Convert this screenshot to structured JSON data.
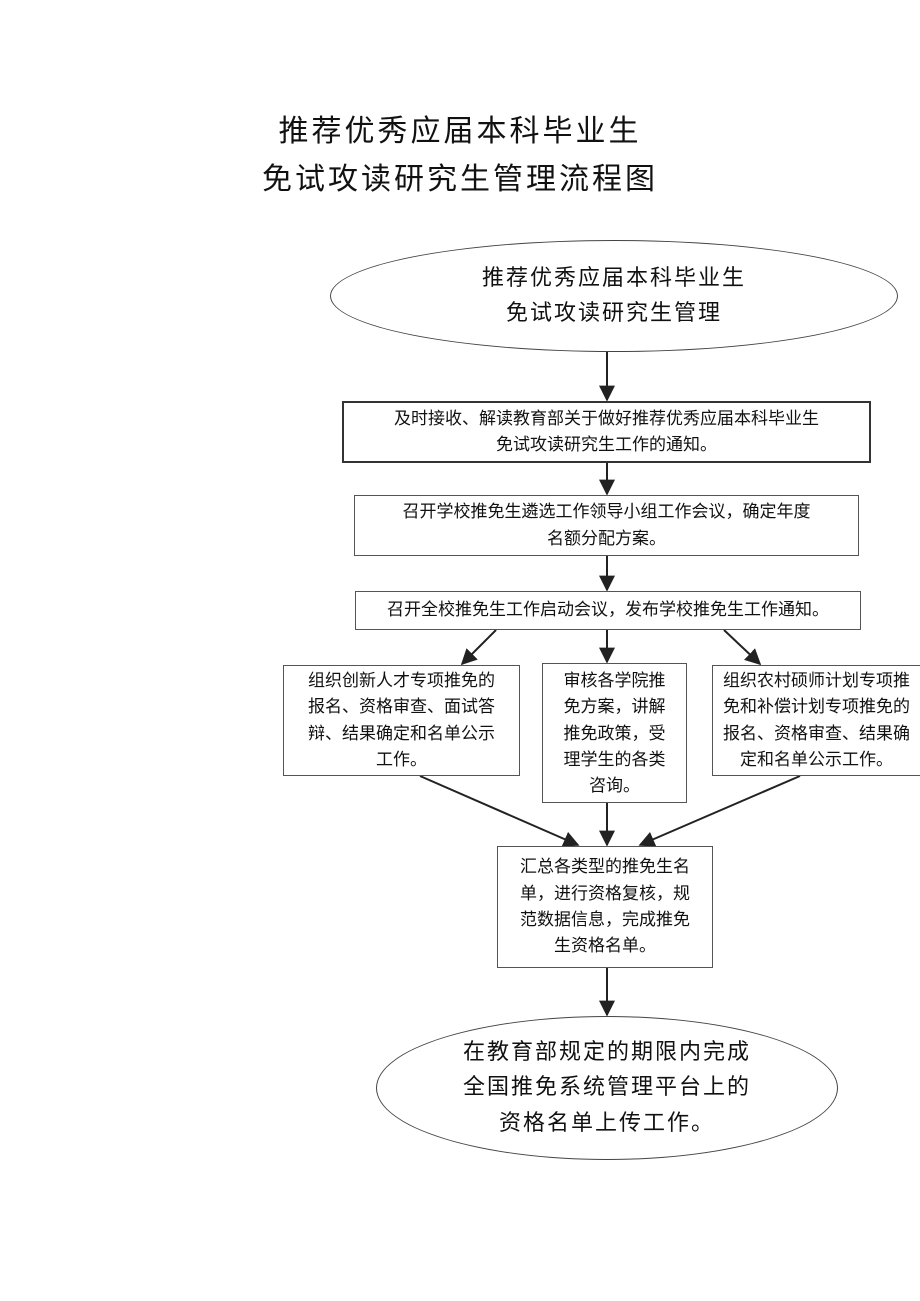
{
  "title": {
    "line1": "推荐优秀应届本科毕业生",
    "line2": "免试攻读研究生管理流程图"
  },
  "flow": {
    "start": "推荐优秀应届本科毕业生\n免试攻读研究生管理",
    "step1": "及时接收、解读教育部关于做好推荐优秀应届本科毕业生\n免试攻读研究生工作的通知。",
    "step2": "召开学校推免生遴选工作领导小组工作会议，确定年度\n名额分配方案。",
    "step3": "召开全校推免生工作启动会议，发布学校推免生工作通知。",
    "branch_left": "组织创新人才专项推免的\n报名、资格审查、面试答\n辩、结果确定和名单公示\n工作。",
    "branch_middle": "审核各学院推\n免方案，讲解\n推免政策，受\n理学生的各类\n咨询。",
    "branch_right": "组织农村硕师计划专项推\n免和补偿计划专项推免的\n报名、资格审查、结果确\n定和名单公示工作。",
    "step5": "汇总各类型的推免生名\n单，进行资格复核，规\n范数据信息，完成推免\n生资格名单。",
    "end": "在教育部规定的期限内完成\n全国推免系统管理平台上的\n资格名单上传工作。"
  }
}
